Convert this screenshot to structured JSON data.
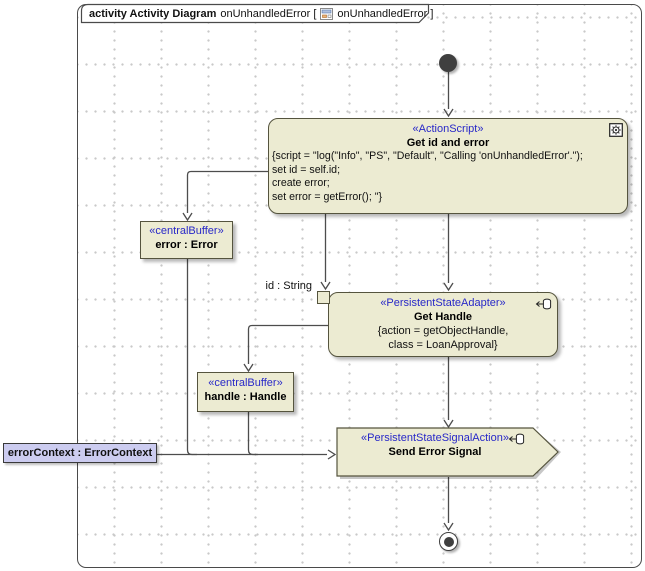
{
  "frame": {
    "kind_label": "activity Activity Diagram",
    "name_label": "onUnhandledError [",
    "ref_label": "onUnhandledError ]"
  },
  "nodes": {
    "action_script": {
      "stereotype": "«ActionScript»",
      "name": "Get id and error",
      "body": {
        "line1": "{script = \"log(\"Info\", \"PS\", \"Default\", \"Calling 'onUnhandledError'.\");",
        "line2": "set id = self.id;",
        "line3": "create error;",
        "line4": "set error = getError(); \"}"
      }
    },
    "error_buffer": {
      "stereotype": "«centralBuffer»",
      "name": "error : Error"
    },
    "get_handle": {
      "stereotype": "«PersistentStateAdapter»",
      "name": "Get Handle",
      "prop1": "{action = getObjectHandle,",
      "prop2": "class = LoanApproval}"
    },
    "handle_buffer": {
      "stereotype": "«centralBuffer»",
      "name": "handle : Handle"
    },
    "send_signal": {
      "stereotype": "«PersistentStateSignalAction»",
      "name": "Send Error Signal"
    },
    "error_context": {
      "label": "errorContext : ErrorContext"
    }
  },
  "pins": {
    "id_pin_label": "id : String"
  },
  "colors": {
    "node_fill": "#ecebd2",
    "node_border": "#55543e",
    "stereotype_blue": "#2828c8",
    "object_node_fill": "#ccccf0",
    "edge": "#4d4d4d",
    "grid_dot": "#c9c9c9"
  }
}
